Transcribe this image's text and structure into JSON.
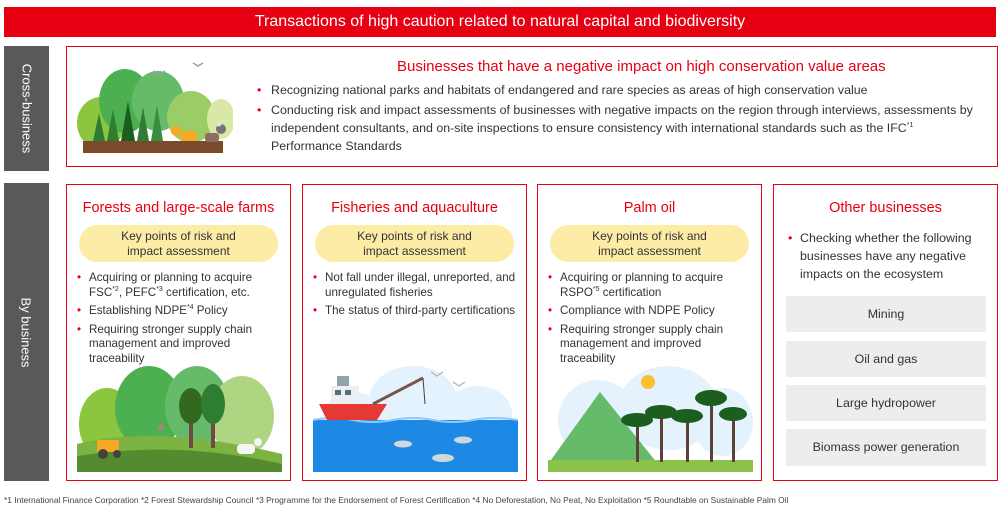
{
  "banner": {
    "title": "Transactions of high caution related to natural capital and biodiversity"
  },
  "side_labels": {
    "cross": "Cross-business",
    "by_business": "By business"
  },
  "cross_business": {
    "title": "Businesses that have a negative impact on high conservation value areas",
    "bullets": [
      {
        "text": "Recognizing national parks and habitats of endangered and rare species as areas of high conservation value"
      },
      {
        "text_before": "Conducting risk and impact assessments of businesses with negative impacts on the region through interviews, assessments by independent consultants, and on-site inspections to ensure consistency with international standards such as the IFC",
        "sup": "*1",
        "text_after": " Performance Standards"
      }
    ]
  },
  "pill_label": {
    "line1": "Key points of risk and",
    "line2": "impact assessment"
  },
  "cards": {
    "forests": {
      "title": "Forests and large-scale farms",
      "b1_pre": "Acquiring or planning to acquire FSC",
      "b1_sup1": "*2",
      "b1_mid": ", PEFC",
      "b1_sup2": "*3",
      "b1_post": " certification, etc.",
      "b2_pre": "Establishing NDPE",
      "b2_sup": "*4",
      "b2_post": " Policy",
      "b3": "Requiring stronger supply chain management and improved traceability"
    },
    "fisheries": {
      "title": "Fisheries and aquaculture",
      "b1": "Not  fall under illegal, unreported, and unregulated fisheries",
      "b2": "The status of third-party certifications"
    },
    "palm": {
      "title": "Palm oil",
      "b1_pre": "Acquiring or planning to acquire RSPO",
      "b1_sup": "*5",
      "b1_post": " certification",
      "b2": "Compliance with NDPE Policy",
      "b3": "Requiring stronger supply chain management and improved traceability"
    },
    "other": {
      "title": "Other businesses",
      "bullet": "Checking whether the following businesses have any negative impacts on the ecosystem",
      "items": [
        "Mining",
        "Oil and gas",
        "Large hydropower",
        "Biomass power generation"
      ]
    }
  },
  "footnote": "*1 International Finance Corporation *2 Forest Stewardship Council *3 Programme for the Endorsement of Forest Certification *4 No Deforestation, No Peat, No Exploitation *5 Roundtable on Sustainable Palm Oil",
  "colors": {
    "accent": "#e60012",
    "side_gray": "#595959",
    "pill_yellow": "#fdeca6",
    "box_gray": "#ededed"
  },
  "icons": {
    "cross": "forest-animals-illustration",
    "forests": "farm-landscape-illustration",
    "fisheries": "fishing-boat-illustration",
    "palm": "palm-plantation-illustration"
  }
}
